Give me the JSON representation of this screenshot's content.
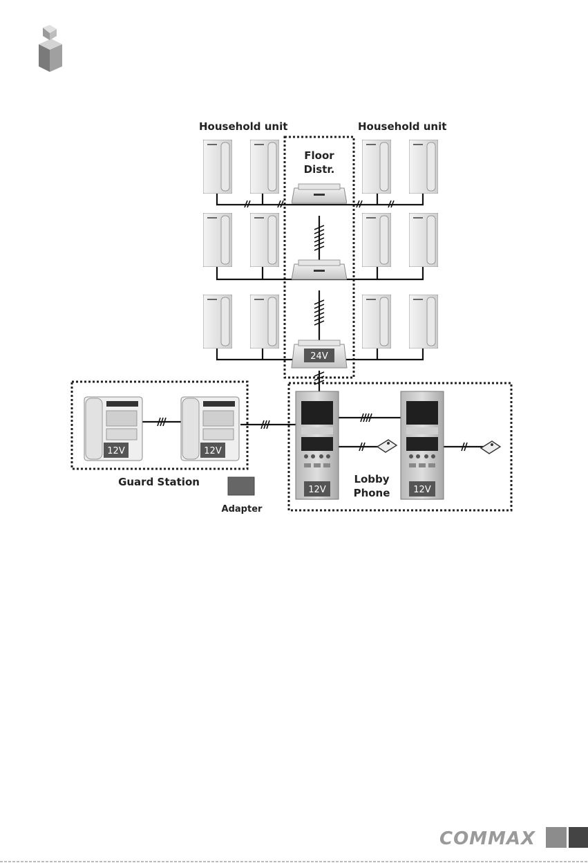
{
  "labels": {
    "household_left": "Household unit",
    "household_right": "Household unit",
    "floor_distr_line1": "Floor",
    "floor_distr_line2": "Distr.",
    "guard_station": "Guard Station",
    "adapter": "Adapter",
    "lobby_line1": "Lobby",
    "lobby_line2": "Phone"
  },
  "power": {
    "distributor": "24V",
    "guard_1": "12V",
    "guard_2": "12V",
    "lobby_1": "12V",
    "lobby_2": "12V"
  },
  "footer": {
    "brand": "COMMAX"
  },
  "colors": {
    "dotted_border": "#222222",
    "wire": "#111111",
    "badge": "#555555",
    "brand": "#9a9a9a"
  }
}
